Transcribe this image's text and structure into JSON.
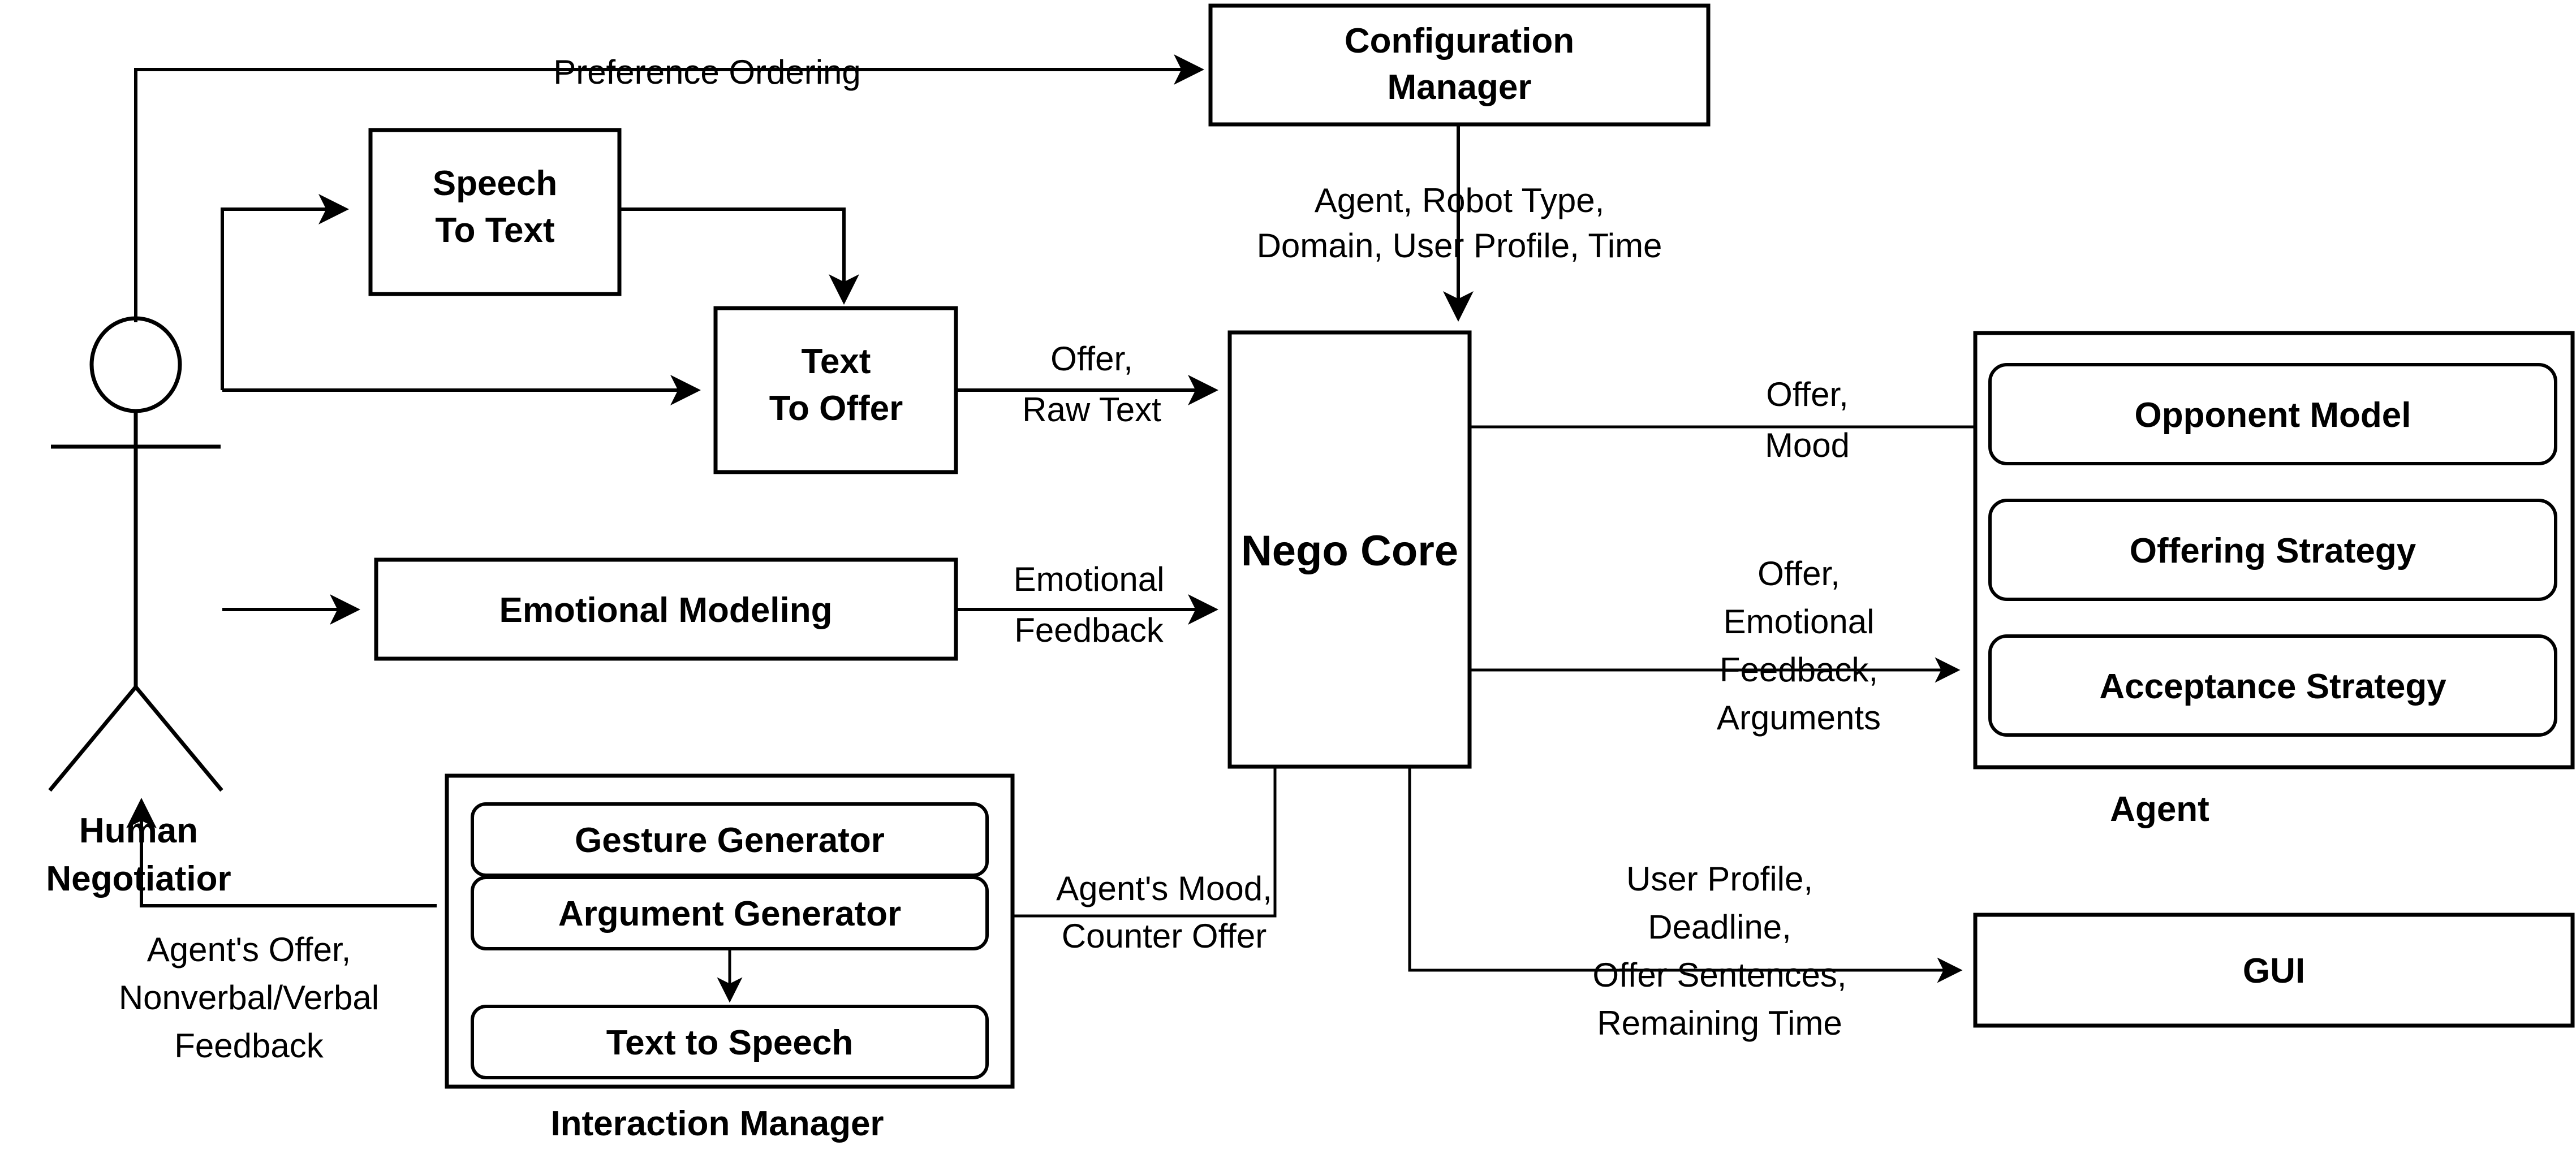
{
  "diagram": {
    "title": "Human-Agent Negotiation System Architecture",
    "actors": {
      "human": {
        "label_line1": "Human",
        "label_line2": "Negotiatior",
        "icon": "stick-figure-icon"
      }
    },
    "boxes": {
      "configuration_manager": {
        "line1": "Configuration",
        "line2": "Manager"
      },
      "speech_to_text": {
        "line1": "Speech",
        "line2": "To Text"
      },
      "text_to_offer": {
        "line1": "Text",
        "line2": "To Offer"
      },
      "emotional_modeling": {
        "line1": "Emotional Modeling"
      },
      "nego_core": {
        "line1": "Nego Core"
      },
      "gui": {
        "line1": "GUI"
      }
    },
    "groups": {
      "agent": {
        "caption": "Agent",
        "items": [
          {
            "label": "Opponent Model"
          },
          {
            "label": "Offering Strategy"
          },
          {
            "label": "Acceptance Strategy"
          }
        ]
      },
      "interaction_manager": {
        "caption": "Interaction Manager",
        "items": [
          {
            "label": "Gesture Generator"
          },
          {
            "label": "Argument Generator"
          },
          {
            "label": "Text to Speech"
          }
        ]
      }
    },
    "edge_labels": {
      "preference_ordering": "Preference Ordering",
      "config_out_l1": "Agent, Robot Type,",
      "config_out_l2": "Domain, User Profile, Time",
      "offer_raw_text_l1": "Offer,",
      "offer_raw_text_l2": "Raw Text",
      "emotional_feedback_l1": "Emotional",
      "emotional_feedback_l2": "Feedback",
      "offer_mood_l1": "Offer,",
      "offer_mood_l2": "Mood",
      "offer_emofb_args_l1": "Offer,",
      "offer_emofb_args_l2": "Emotional",
      "offer_emofb_args_l3": "Feedback,",
      "offer_emofb_args_l4": "Arguments",
      "agents_mood_l1": "Agent's Mood,",
      "agents_mood_l2": "Counter Offer",
      "gui_feed_l1": "User Profile,",
      "gui_feed_l2": "Deadline,",
      "gui_feed_l3": "Offer Sentences,",
      "gui_feed_l4": "Remaining Time",
      "agents_offer_l1": "Agent's Offer,",
      "agents_offer_l2": "Nonverbal/Verbal",
      "agents_offer_l3": "Feedback"
    },
    "colors": {
      "stroke": "#000000",
      "fill": "#ffffff",
      "background": "#ffffff"
    }
  }
}
